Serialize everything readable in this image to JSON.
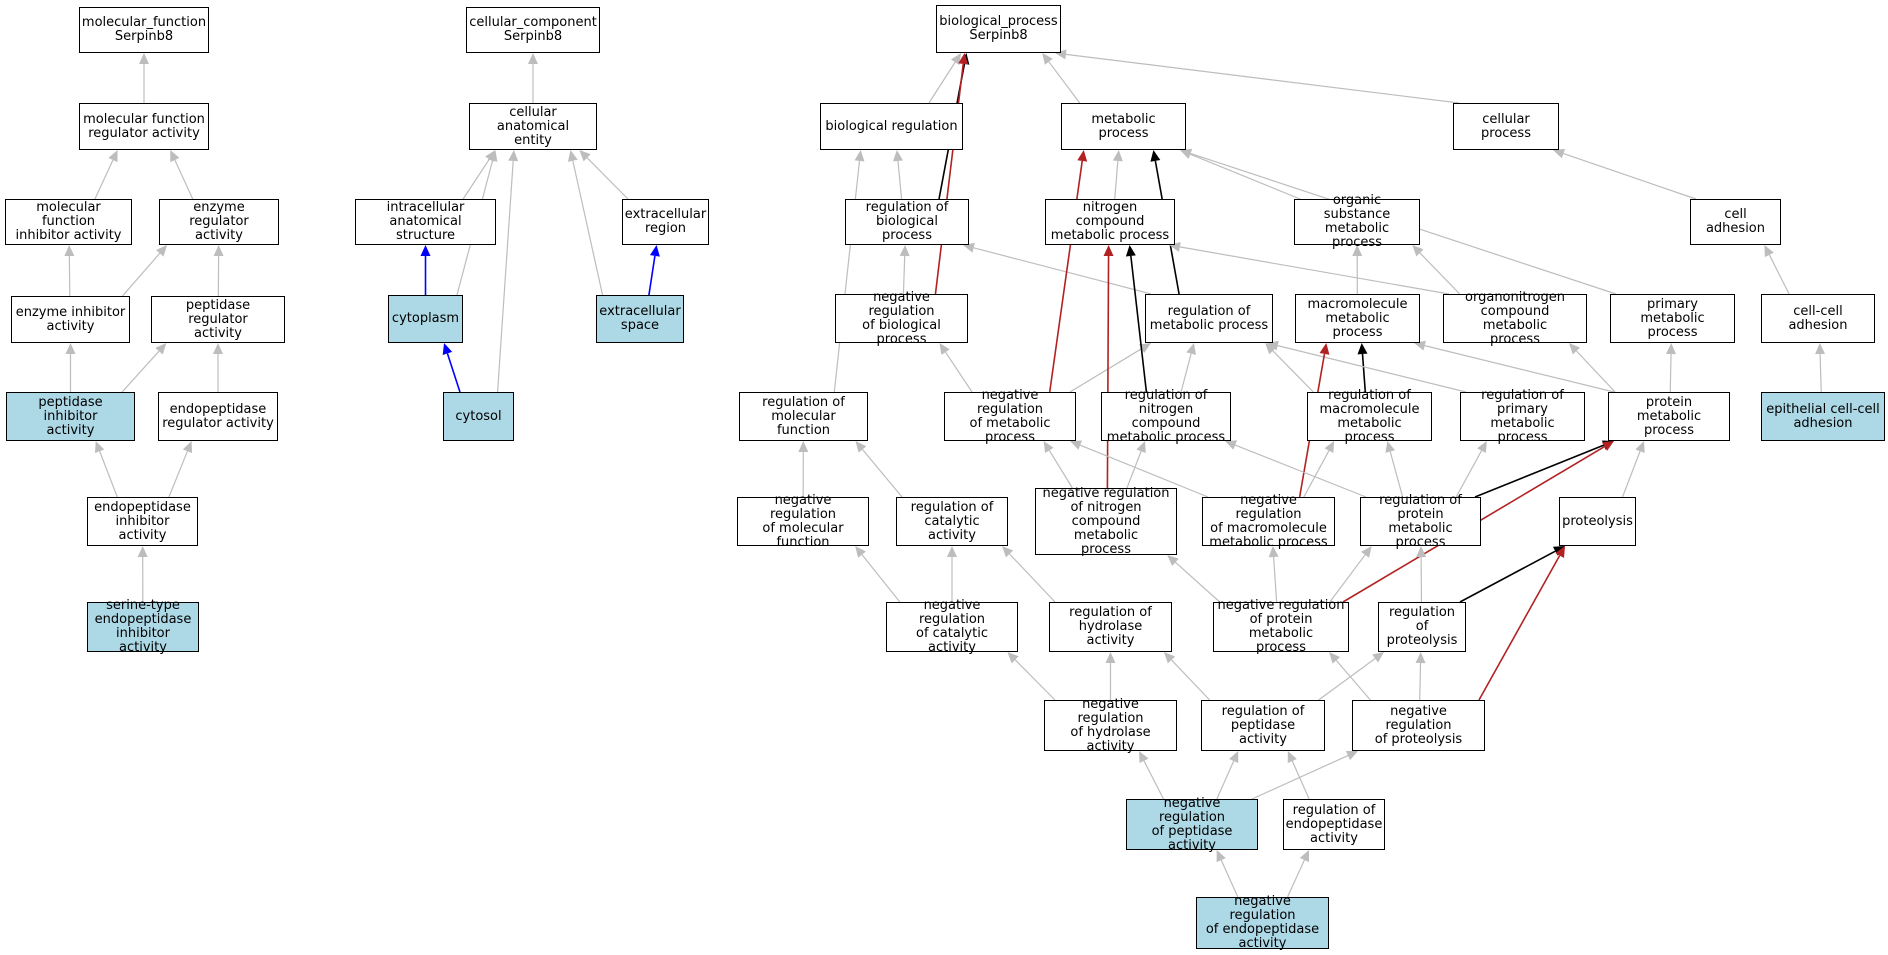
{
  "colors": {
    "highlight_fill": "#add8e6",
    "node_border": "#000000",
    "edge_is_a": "#bdbdbd",
    "edge_regulates": "#000000",
    "edge_negatively_regulates": "#b22222",
    "edge_part_of": "#0000ff"
  },
  "nodes": [
    {
      "id": "mf_root",
      "label": "molecular_function\nSerpinb8",
      "highlight": false
    },
    {
      "id": "cc_root",
      "label": "cellular_component\nSerpinb8",
      "highlight": false
    },
    {
      "id": "bp_root",
      "label": "biological_process\nSerpinb8",
      "highlight": false
    },
    {
      "id": "mf_reg",
      "label": "molecular function\nregulator activity",
      "highlight": false
    },
    {
      "id": "cae",
      "label": "cellular anatomical\nentity",
      "highlight": false
    },
    {
      "id": "bio_reg",
      "label": "biological regulation",
      "highlight": false
    },
    {
      "id": "met_proc",
      "label": "metabolic process",
      "highlight": false
    },
    {
      "id": "cell_proc",
      "label": "cellular process",
      "highlight": false
    },
    {
      "id": "mf_inhib",
      "label": "molecular function\ninhibitor activity",
      "highlight": false
    },
    {
      "id": "enz_reg",
      "label": "enzyme regulator\nactivity",
      "highlight": false
    },
    {
      "id": "intracell",
      "label": "intracellular\nanatomical structure",
      "highlight": false
    },
    {
      "id": "extra_reg",
      "label": "extracellular\nregion",
      "highlight": false
    },
    {
      "id": "reg_bio",
      "label": "regulation of\nbiological process",
      "highlight": false
    },
    {
      "id": "nitro_met",
      "label": "nitrogen compound\nmetabolic process",
      "highlight": false
    },
    {
      "id": "org_sub",
      "label": "organic substance\nmetabolic process",
      "highlight": false
    },
    {
      "id": "cell_adh",
      "label": "cell adhesion",
      "highlight": false
    },
    {
      "id": "enz_inhib",
      "label": "enzyme inhibitor\nactivity",
      "highlight": false
    },
    {
      "id": "pep_reg",
      "label": "peptidase regulator\nactivity",
      "highlight": false
    },
    {
      "id": "cytoplasm",
      "label": "cytoplasm",
      "highlight": true
    },
    {
      "id": "extra_space",
      "label": "extracellular\nspace",
      "highlight": true
    },
    {
      "id": "neg_reg_bio",
      "label": "negative regulation\nof biological\nprocess",
      "highlight": false
    },
    {
      "id": "reg_met",
      "label": "regulation of\nmetabolic process",
      "highlight": false
    },
    {
      "id": "macro_met",
      "label": "macromolecule\nmetabolic process",
      "highlight": false
    },
    {
      "id": "organonitro",
      "label": "organonitrogen\ncompound metabolic\nprocess",
      "highlight": false
    },
    {
      "id": "prim_met",
      "label": "primary metabolic\nprocess",
      "highlight": false
    },
    {
      "id": "cc_adh",
      "label": "cell-cell adhesion",
      "highlight": false
    },
    {
      "id": "pep_inhib",
      "label": "peptidase inhibitor\nactivity",
      "highlight": true
    },
    {
      "id": "endopep_reg",
      "label": "endopeptidase\nregulator activity",
      "highlight": false
    },
    {
      "id": "cytosol",
      "label": "cytosol",
      "highlight": true
    },
    {
      "id": "reg_mol_func",
      "label": "regulation of\nmolecular function",
      "highlight": false
    },
    {
      "id": "neg_reg_met",
      "label": "negative regulation\nof metabolic\nprocess",
      "highlight": false
    },
    {
      "id": "reg_nitro",
      "label": "regulation of\nnitrogen compound\nmetabolic process",
      "highlight": false
    },
    {
      "id": "reg_macro",
      "label": "regulation of\nmacromolecule\nmetabolic process",
      "highlight": false
    },
    {
      "id": "reg_prim",
      "label": "regulation of\nprimary metabolic\nprocess",
      "highlight": false
    },
    {
      "id": "prot_met",
      "label": "protein metabolic\nprocess",
      "highlight": false
    },
    {
      "id": "epi_adh",
      "label": "epithelial cell-cell\nadhesion",
      "highlight": true
    },
    {
      "id": "endopep_inhib",
      "label": "endopeptidase\ninhibitor activity",
      "highlight": false
    },
    {
      "id": "neg_reg_mol",
      "label": "negative regulation\nof molecular\nfunction",
      "highlight": false
    },
    {
      "id": "reg_cat",
      "label": "regulation of\ncatalytic activity",
      "highlight": false
    },
    {
      "id": "neg_reg_nitro",
      "label": "negative regulation\nof nitrogen\ncompound metabolic\nprocess",
      "highlight": false
    },
    {
      "id": "neg_reg_macro",
      "label": "negative regulation\nof macromolecule\nmetabolic process",
      "highlight": false
    },
    {
      "id": "reg_prot_met",
      "label": "regulation of\nprotein metabolic\nprocess",
      "highlight": false
    },
    {
      "id": "proteolysis",
      "label": "proteolysis",
      "highlight": false
    },
    {
      "id": "serine_type",
      "label": "serine-type\nendopeptidase\ninhibitor activity",
      "highlight": true
    },
    {
      "id": "neg_reg_cat",
      "label": "negative regulation\nof catalytic\nactivity",
      "highlight": false
    },
    {
      "id": "reg_hydro",
      "label": "regulation of\nhydrolase activity",
      "highlight": false
    },
    {
      "id": "neg_reg_prot",
      "label": "negative regulation\nof protein metabolic\nprocess",
      "highlight": false
    },
    {
      "id": "reg_proteolysis",
      "label": "regulation of\nproteolysis",
      "highlight": false
    },
    {
      "id": "neg_reg_hydro",
      "label": "negative regulation\nof hydrolase\nactivity",
      "highlight": false
    },
    {
      "id": "reg_pep",
      "label": "regulation of\npeptidase activity",
      "highlight": false
    },
    {
      "id": "neg_reg_proteolysis",
      "label": "negative regulation\nof proteolysis",
      "highlight": false
    },
    {
      "id": "neg_reg_pep",
      "label": "negative regulation\nof peptidase\nactivity",
      "highlight": true
    },
    {
      "id": "reg_endopep",
      "label": "regulation of\nendopeptidase\nactivity",
      "highlight": false
    },
    {
      "id": "neg_reg_endopep",
      "label": "negative regulation\nof endopeptidase\nactivity",
      "highlight": true
    }
  ],
  "edges": [
    {
      "from": "mf_reg",
      "to": "mf_root",
      "type": "is_a"
    },
    {
      "from": "mf_inhib",
      "to": "mf_reg",
      "type": "is_a"
    },
    {
      "from": "enz_reg",
      "to": "mf_reg",
      "type": "is_a"
    },
    {
      "from": "enz_inhib",
      "to": "mf_inhib",
      "type": "is_a"
    },
    {
      "from": "enz_inhib",
      "to": "enz_reg",
      "type": "is_a"
    },
    {
      "from": "pep_reg",
      "to": "enz_reg",
      "type": "is_a"
    },
    {
      "from": "pep_inhib",
      "to": "enz_inhib",
      "type": "is_a"
    },
    {
      "from": "pep_inhib",
      "to": "pep_reg",
      "type": "is_a"
    },
    {
      "from": "endopep_reg",
      "to": "pep_reg",
      "type": "is_a"
    },
    {
      "from": "endopep_inhib",
      "to": "pep_inhib",
      "type": "is_a"
    },
    {
      "from": "endopep_inhib",
      "to": "endopep_reg",
      "type": "is_a"
    },
    {
      "from": "serine_type",
      "to": "endopep_inhib",
      "type": "is_a"
    },
    {
      "from": "cae",
      "to": "cc_root",
      "type": "is_a"
    },
    {
      "from": "intracell",
      "to": "cae",
      "type": "is_a"
    },
    {
      "from": "extra_reg",
      "to": "cae",
      "type": "is_a"
    },
    {
      "from": "cytoplasm",
      "to": "cae",
      "type": "is_a"
    },
    {
      "from": "cytoplasm",
      "to": "intracell",
      "type": "part_of"
    },
    {
      "from": "cytosol",
      "to": "cae",
      "type": "is_a"
    },
    {
      "from": "cytosol",
      "to": "cytoplasm",
      "type": "part_of"
    },
    {
      "from": "extra_space",
      "to": "cae",
      "type": "is_a"
    },
    {
      "from": "extra_space",
      "to": "extra_reg",
      "type": "part_of"
    },
    {
      "from": "bio_reg",
      "to": "bp_root",
      "type": "is_a"
    },
    {
      "from": "met_proc",
      "to": "bp_root",
      "type": "is_a"
    },
    {
      "from": "cell_proc",
      "to": "bp_root",
      "type": "is_a"
    },
    {
      "from": "reg_bio",
      "to": "bio_reg",
      "type": "is_a"
    },
    {
      "from": "reg_bio",
      "to": "bp_root",
      "type": "regulates"
    },
    {
      "from": "neg_reg_bio",
      "to": "reg_bio",
      "type": "is_a"
    },
    {
      "from": "neg_reg_bio",
      "to": "bp_root",
      "type": "negatively_regulates"
    },
    {
      "from": "reg_mol_func",
      "to": "bio_reg",
      "type": "is_a"
    },
    {
      "from": "nitro_met",
      "to": "met_proc",
      "type": "is_a"
    },
    {
      "from": "org_sub",
      "to": "met_proc",
      "type": "is_a"
    },
    {
      "from": "prim_met",
      "to": "met_proc",
      "type": "is_a"
    },
    {
      "from": "reg_met",
      "to": "reg_bio",
      "type": "is_a"
    },
    {
      "from": "reg_met",
      "to": "met_proc",
      "type": "regulates"
    },
    {
      "from": "macro_met",
      "to": "org_sub",
      "type": "is_a"
    },
    {
      "from": "organonitro",
      "to": "org_sub",
      "type": "is_a"
    },
    {
      "from": "organonitro",
      "to": "nitro_met",
      "type": "is_a"
    },
    {
      "from": "cell_adh",
      "to": "cell_proc",
      "type": "is_a"
    },
    {
      "from": "cc_adh",
      "to": "cell_adh",
      "type": "is_a"
    },
    {
      "from": "epi_adh",
      "to": "cc_adh",
      "type": "is_a"
    },
    {
      "from": "neg_reg_met",
      "to": "neg_reg_bio",
      "type": "is_a"
    },
    {
      "from": "neg_reg_met",
      "to": "reg_met",
      "type": "is_a"
    },
    {
      "from": "neg_reg_met",
      "to": "met_proc",
      "type": "negatively_regulates"
    },
    {
      "from": "reg_nitro",
      "to": "reg_met",
      "type": "is_a"
    },
    {
      "from": "reg_nitro",
      "to": "nitro_met",
      "type": "regulates"
    },
    {
      "from": "reg_macro",
      "to": "reg_met",
      "type": "is_a"
    },
    {
      "from": "reg_macro",
      "to": "macro_met",
      "type": "regulates"
    },
    {
      "from": "reg_prim",
      "to": "reg_met",
      "type": "is_a"
    },
    {
      "from": "prot_met",
      "to": "macro_met",
      "type": "is_a"
    },
    {
      "from": "prot_met",
      "to": "organonitro",
      "type": "is_a"
    },
    {
      "from": "prot_met",
      "to": "prim_met",
      "type": "is_a"
    },
    {
      "from": "neg_reg_mol",
      "to": "reg_mol_func",
      "type": "is_a"
    },
    {
      "from": "reg_cat",
      "to": "reg_mol_func",
      "type": "is_a"
    },
    {
      "from": "neg_reg_nitro",
      "to": "neg_reg_met",
      "type": "is_a"
    },
    {
      "from": "neg_reg_nitro",
      "to": "reg_nitro",
      "type": "is_a"
    },
    {
      "from": "neg_reg_nitro",
      "to": "nitro_met",
      "type": "negatively_regulates"
    },
    {
      "from": "neg_reg_macro",
      "to": "neg_reg_met",
      "type": "is_a"
    },
    {
      "from": "neg_reg_macro",
      "to": "reg_macro",
      "type": "is_a"
    },
    {
      "from": "neg_reg_macro",
      "to": "macro_met",
      "type": "negatively_regulates"
    },
    {
      "from": "reg_prot_met",
      "to": "reg_macro",
      "type": "is_a"
    },
    {
      "from": "reg_prot_met",
      "to": "reg_prim",
      "type": "is_a"
    },
    {
      "from": "reg_prot_met",
      "to": "reg_nitro",
      "type": "is_a"
    },
    {
      "from": "reg_prot_met",
      "to": "prot_met",
      "type": "regulates"
    },
    {
      "from": "proteolysis",
      "to": "prot_met",
      "type": "is_a"
    },
    {
      "from": "neg_reg_cat",
      "to": "neg_reg_mol",
      "type": "is_a"
    },
    {
      "from": "neg_reg_cat",
      "to": "reg_cat",
      "type": "is_a"
    },
    {
      "from": "reg_hydro",
      "to": "reg_cat",
      "type": "is_a"
    },
    {
      "from": "neg_reg_prot",
      "to": "neg_reg_nitro",
      "type": "is_a"
    },
    {
      "from": "neg_reg_prot",
      "to": "neg_reg_macro",
      "type": "is_a"
    },
    {
      "from": "neg_reg_prot",
      "to": "reg_prot_met",
      "type": "is_a"
    },
    {
      "from": "neg_reg_prot",
      "to": "prot_met",
      "type": "negatively_regulates"
    },
    {
      "from": "reg_proteolysis",
      "to": "reg_prot_met",
      "type": "is_a"
    },
    {
      "from": "reg_proteolysis",
      "to": "proteolysis",
      "type": "regulates"
    },
    {
      "from": "neg_reg_hydro",
      "to": "neg_reg_cat",
      "type": "is_a"
    },
    {
      "from": "neg_reg_hydro",
      "to": "reg_hydro",
      "type": "is_a"
    },
    {
      "from": "reg_pep",
      "to": "reg_hydro",
      "type": "is_a"
    },
    {
      "from": "reg_pep",
      "to": "reg_proteolysis",
      "type": "is_a"
    },
    {
      "from": "neg_reg_proteolysis",
      "to": "neg_reg_prot",
      "type": "is_a"
    },
    {
      "from": "neg_reg_proteolysis",
      "to": "reg_proteolysis",
      "type": "is_a"
    },
    {
      "from": "neg_reg_proteolysis",
      "to": "proteolysis",
      "type": "negatively_regulates"
    },
    {
      "from": "neg_reg_pep",
      "to": "neg_reg_hydro",
      "type": "is_a"
    },
    {
      "from": "neg_reg_pep",
      "to": "reg_pep",
      "type": "is_a"
    },
    {
      "from": "neg_reg_pep",
      "to": "neg_reg_proteolysis",
      "type": "is_a"
    },
    {
      "from": "reg_endopep",
      "to": "reg_pep",
      "type": "is_a"
    },
    {
      "from": "neg_reg_endopep",
      "to": "neg_reg_pep",
      "type": "is_a"
    },
    {
      "from": "neg_reg_endopep",
      "to": "reg_endopep",
      "type": "is_a"
    }
  ]
}
